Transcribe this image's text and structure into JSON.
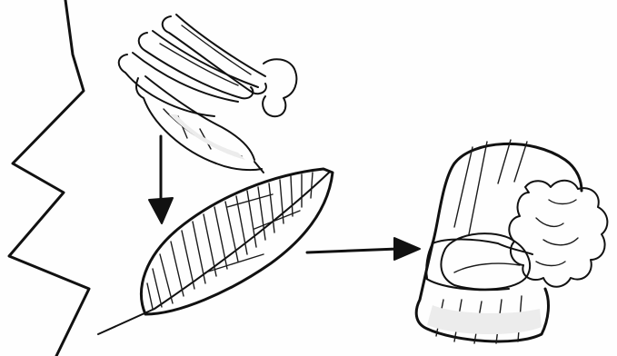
{
  "diagram": {
    "ink_color": "#111111",
    "background_color": "#fefefe",
    "items": [
      {
        "id": "jagged-edge",
        "icon": "jagged-border"
      },
      {
        "id": "bananas",
        "icon": "banana-bunch-icon"
      },
      {
        "id": "banana-leaf",
        "icon": "leaf-icon"
      },
      {
        "id": "leaf-bundle",
        "icon": "wrapped-package-icon"
      }
    ],
    "arrows": [
      {
        "from": "bananas",
        "to": "banana-leaf"
      },
      {
        "from": "banana-leaf",
        "to": "leaf-bundle"
      }
    ]
  }
}
